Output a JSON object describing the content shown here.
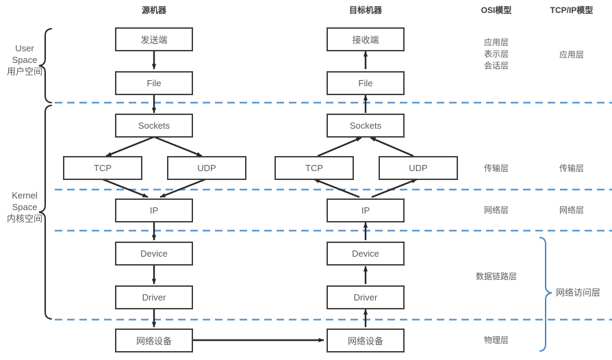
{
  "diagram": {
    "title_source": "源机器",
    "title_dest": "目标机器",
    "title_osi": "OSI模型",
    "title_tcpip": "TCP/IP模型",
    "colors": {
      "box_border": "#404040",
      "box_text": "#595959",
      "divider_blue": "#5b9bd5",
      "brace_black": "#262626",
      "brace_blue": "#4a86c8",
      "arrow": "#262626"
    },
    "left_braces": [
      {
        "name": "user-space",
        "line1": "User",
        "line2": "Space",
        "line3": "用户空间"
      },
      {
        "name": "kernel-space",
        "line1": "Kernel",
        "line2": "Space",
        "line3": "内核空间"
      }
    ],
    "source_nodes": [
      {
        "id": "sender",
        "label": "发送端"
      },
      {
        "id": "file",
        "label": "File"
      },
      {
        "id": "sockets",
        "label": "Sockets"
      },
      {
        "id": "tcp",
        "label": "TCP"
      },
      {
        "id": "udp",
        "label": "UDP"
      },
      {
        "id": "ip",
        "label": "IP"
      },
      {
        "id": "device",
        "label": "Device"
      },
      {
        "id": "driver",
        "label": "Driver"
      },
      {
        "id": "netdev",
        "label": "网络设备"
      }
    ],
    "dest_nodes": [
      {
        "id": "receiver",
        "label": "接收端"
      },
      {
        "id": "file",
        "label": "File"
      },
      {
        "id": "sockets",
        "label": "Sockets"
      },
      {
        "id": "tcp",
        "label": "TCP"
      },
      {
        "id": "udp",
        "label": "UDP"
      },
      {
        "id": "ip",
        "label": "IP"
      },
      {
        "id": "device",
        "label": "Device"
      },
      {
        "id": "driver",
        "label": "Driver"
      },
      {
        "id": "netdev",
        "label": "网络设备"
      }
    ],
    "osi_layers": [
      {
        "id": "application-group",
        "label": "应用层\n表示层\n会话层"
      },
      {
        "id": "transport",
        "label": "传输层"
      },
      {
        "id": "network",
        "label": "网络层"
      },
      {
        "id": "datalink",
        "label": "数据链路层"
      },
      {
        "id": "physical",
        "label": "物理层"
      }
    ],
    "tcpip_layers": [
      {
        "id": "application",
        "label": "应用层"
      },
      {
        "id": "transport",
        "label": "传输层"
      },
      {
        "id": "network",
        "label": "网络层"
      },
      {
        "id": "network-access",
        "label": "网络访问层"
      }
    ],
    "osi_app_lines": [
      "应用层",
      "表示层",
      "会话层"
    ]
  }
}
